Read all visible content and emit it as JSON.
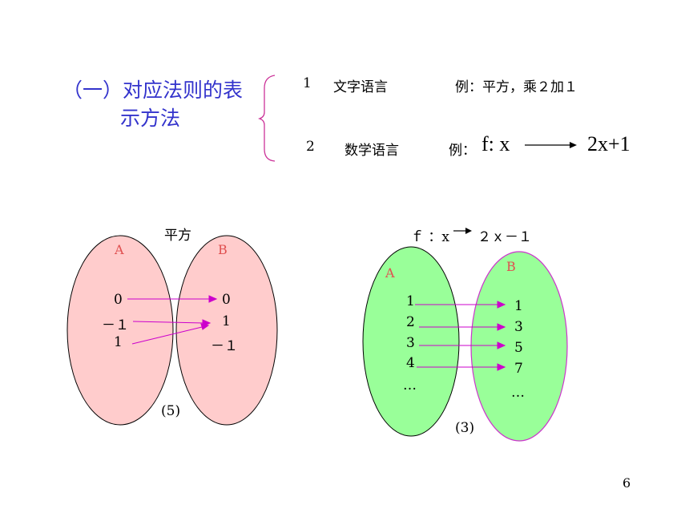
{
  "slide": {
    "title_line1": "（一）对应法则的表",
    "title_line2": "示方法",
    "method1_num": "1",
    "method1_label": "文字语言",
    "method1_example": "例：平方，乘２加１",
    "method2_num": "2",
    "method2_label": "数学语言",
    "method2_example_prefix": "例：",
    "method2_example_from": "f:  x",
    "method2_example_to": "2x+1",
    "page_number": "6"
  },
  "diagram5": {
    "rule": "平方",
    "set_a_name": "A",
    "set_b_name": "B",
    "domain": [
      "0",
      "－１",
      "1"
    ],
    "codomain": [
      "0",
      "1",
      "－１"
    ],
    "caption": "(5)",
    "fill_color": "#ffcccc"
  },
  "diagram3": {
    "rule_prefix": "ｆ ：x",
    "rule_suffix": "２ｘ－１",
    "set_a_name": "A",
    "set_b_name": "B",
    "domain": [
      "1",
      "2",
      "3",
      "4",
      "…"
    ],
    "codomain": [
      "1",
      "3",
      "5",
      "7",
      "…"
    ],
    "caption": "(3)",
    "fill_color": "#99ff99",
    "border_color_b": "#cc33cc"
  },
  "colors": {
    "heading": "#3333cc",
    "brace": "#cc3399",
    "arrow": "#cc00cc",
    "set_label": "#e05050"
  }
}
